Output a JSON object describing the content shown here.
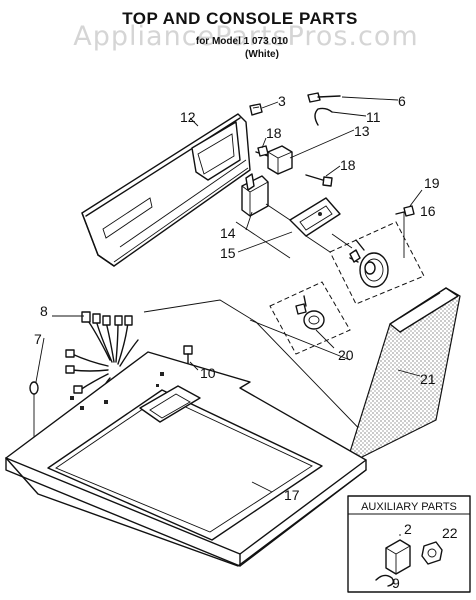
{
  "header": {
    "title": "TOP AND CONSOLE PARTS",
    "subtitle": "for Model 1 073 010",
    "variant": "(White)"
  },
  "watermark": "AppliancePartsPros.com",
  "callouts": {
    "c2": "2",
    "c3": "3",
    "c6": "6",
    "c7": "7",
    "c8": "8",
    "c9": "9",
    "c10": "10",
    "c11": "11",
    "c12": "12",
    "c13": "13",
    "c14": "14",
    "c15": "15",
    "c16": "16",
    "c17": "17",
    "c18a": "18",
    "c18b": "18",
    "c19": "19",
    "c20": "20",
    "c21": "21",
    "c22": "22"
  },
  "auxiliary": {
    "title": "AUXILIARY PARTS"
  }
}
